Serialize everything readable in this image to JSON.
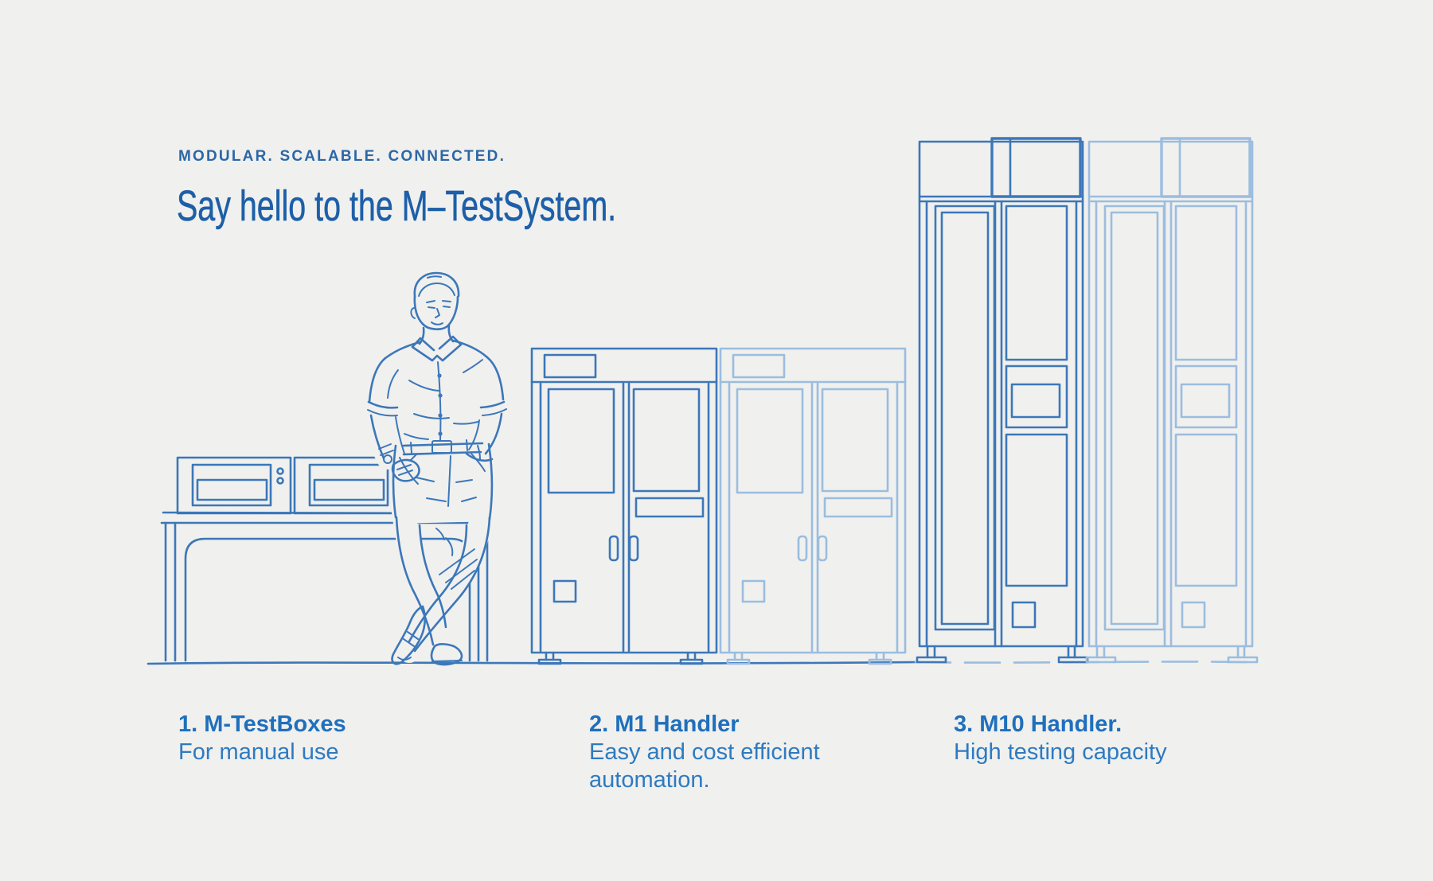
{
  "header": {
    "eyebrow": "MODULAR. SCALABLE. CONNECTED.",
    "title": "Say hello to the M–TestSystem."
  },
  "captions": [
    {
      "title": "1. M-TestBoxes",
      "body": "For manual use"
    },
    {
      "title": "2. M1 Handler",
      "body": "Easy and cost efficient automation."
    },
    {
      "title": "3. M10 Handler.",
      "body": "High testing capacity"
    }
  ],
  "illustration": {
    "style": "hand-drawn blue pencil sketch on light grey background",
    "parts": [
      "man leaning against worktable with ankles crossed",
      "two M-TestBoxes sitting on the worktable",
      "M1 Handler double-door cabinet with ghosted duplicate",
      "M10 Handler tall cabinet with ghosted duplicate",
      "ground line"
    ]
  },
  "colors": {
    "bg": "#f0f0ee",
    "eyebrow": "#2b67a7",
    "heading": "#1d5fa8",
    "caption_title": "#1f6fbc",
    "caption_body": "#2e7ac1",
    "sketch": "#3c77b9",
    "sketch_light": "#9bbddf"
  }
}
